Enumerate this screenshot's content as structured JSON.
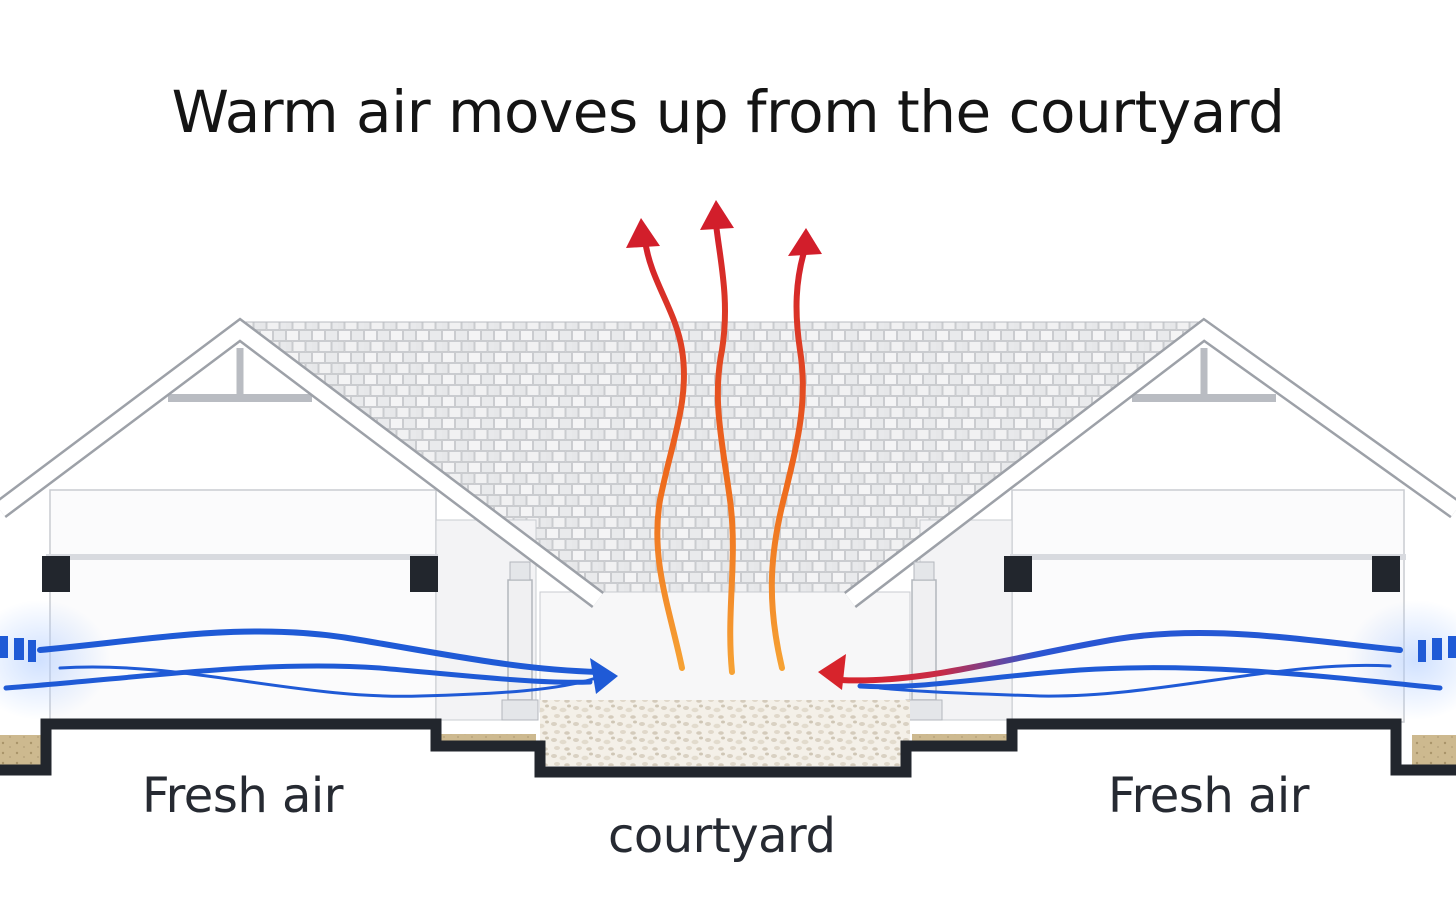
{
  "title": "Warm air moves up from the courtyard",
  "labels": {
    "left": "Fresh air",
    "right": "Fresh air",
    "center": "courtyard"
  },
  "colors": {
    "fresh_air": "#1f5ad6",
    "warm_air_hot": "#d31f2a",
    "warm_air_mid": "#f07a1a",
    "outline": "#1f2329",
    "roof_tile": "#e6e7e9",
    "wall": "#ffffff",
    "soil": "#c9b48a",
    "gravel": "#ece6da"
  }
}
